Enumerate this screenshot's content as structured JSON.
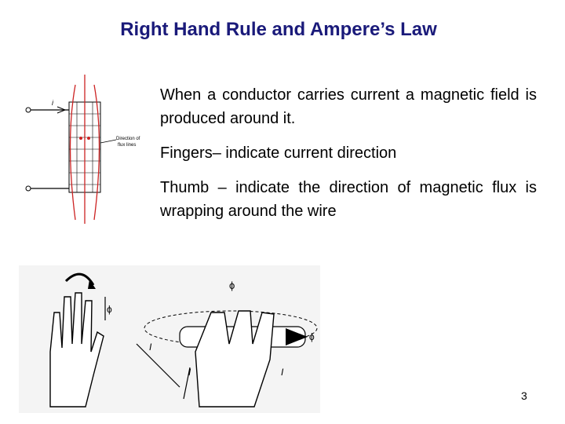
{
  "title": "Right Hand Rule and Ampere’s Law",
  "bullets": [
    "When a conductor carries current a magnetic field is produced around it.",
    "Fingers– indicate current direction",
    "Thumb – indicate the direction of magnetic flux is wrapping around the wire"
  ],
  "figure_top": {
    "current_label": "i",
    "flux_label_line1": "Direction of",
    "flux_label_line2": "flux lines"
  },
  "figure_bottom": {
    "phi_top": "ϕ",
    "phi_left": "ϕ",
    "phi_right": "ϕ",
    "i_left": "I",
    "i_mid": "I",
    "i_right": "I"
  },
  "page_number": "3",
  "colors": {
    "title": "#1a1a7a",
    "field_lines": "#cc2222"
  }
}
